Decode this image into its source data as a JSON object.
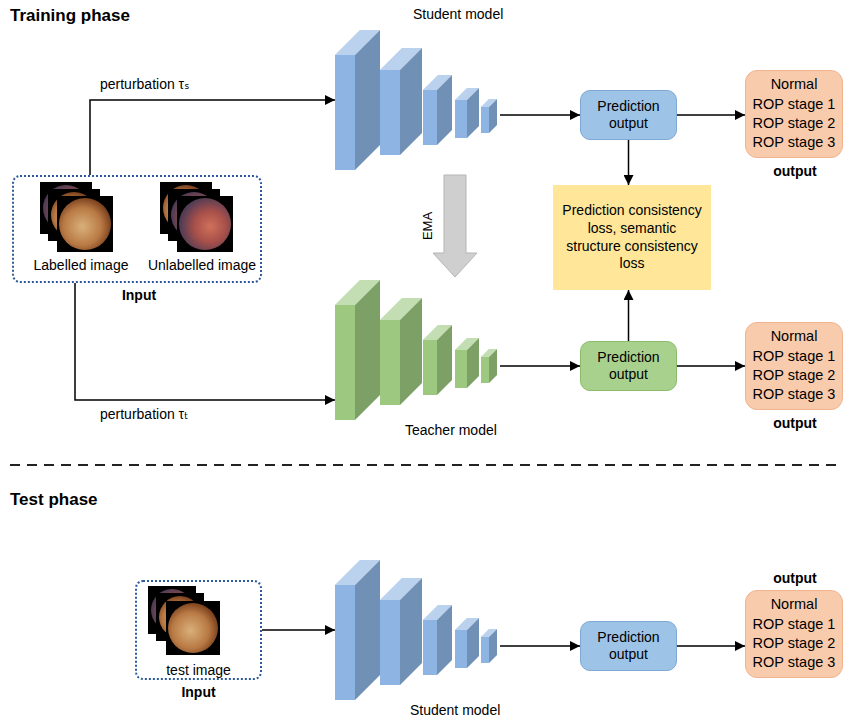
{
  "diagram": {
    "nodes": [
      {
        "text": [
          "Labelled image",
          "Unlabelled image",
          "Input"
        ]
      },
      {
        "text": [
          "Student model"
        ]
      },
      {
        "text": [
          "Prediction output"
        ]
      },
      {
        "text": [
          "Normal",
          "ROP stage 1",
          "ROP stage 2",
          "ROP stage 3",
          "output"
        ]
      },
      {
        "text": [
          "Prediction consistency loss, semantic structure consistency loss"
        ]
      },
      {
        "text": [
          "Teacher model"
        ]
      },
      {
        "text": [
          "Prediction output"
        ]
      },
      {
        "text": [
          "Normal",
          "ROP stage 1",
          "ROP stage 2",
          "ROP stage 3",
          "output"
        ]
      },
      {
        "text": [
          "test image",
          "Input"
        ]
      },
      {
        "text": [
          "Student model"
        ]
      },
      {
        "text": [
          "Prediction output"
        ]
      },
      {
        "text": [
          "output",
          "Normal",
          "ROP stage 1",
          "ROP stage 2",
          "ROP stage 3"
        ]
      }
    ],
    "edges": [
      {
        "from": 0,
        "to": 1,
        "label": "perturbation τₛ",
        "arrow": "to"
      },
      {
        "from": 0,
        "to": 5,
        "label": "perturbation τₜ",
        "arrow": "to"
      },
      {
        "from": 1,
        "to": 2,
        "arrow": "to"
      },
      {
        "from": 2,
        "to": 3,
        "arrow": "to"
      },
      {
        "from": 1,
        "to": 5,
        "label": "EMA",
        "arrow": "to"
      },
      {
        "from": 2,
        "to": 4,
        "arrow": "to"
      },
      {
        "from": 5,
        "to": 6,
        "arrow": "to"
      },
      {
        "from": 6,
        "to": 7,
        "arrow": "to"
      },
      {
        "from": 6,
        "to": 4,
        "arrow": "to"
      },
      {
        "from": 8,
        "to": 9,
        "arrow": "to"
      },
      {
        "from": 9,
        "to": 10,
        "arrow": "to"
      },
      {
        "from": 10,
        "to": 11,
        "arrow": "to"
      }
    ],
    "labels": [
      "Training phase",
      "Test phase"
    ]
  }
}
